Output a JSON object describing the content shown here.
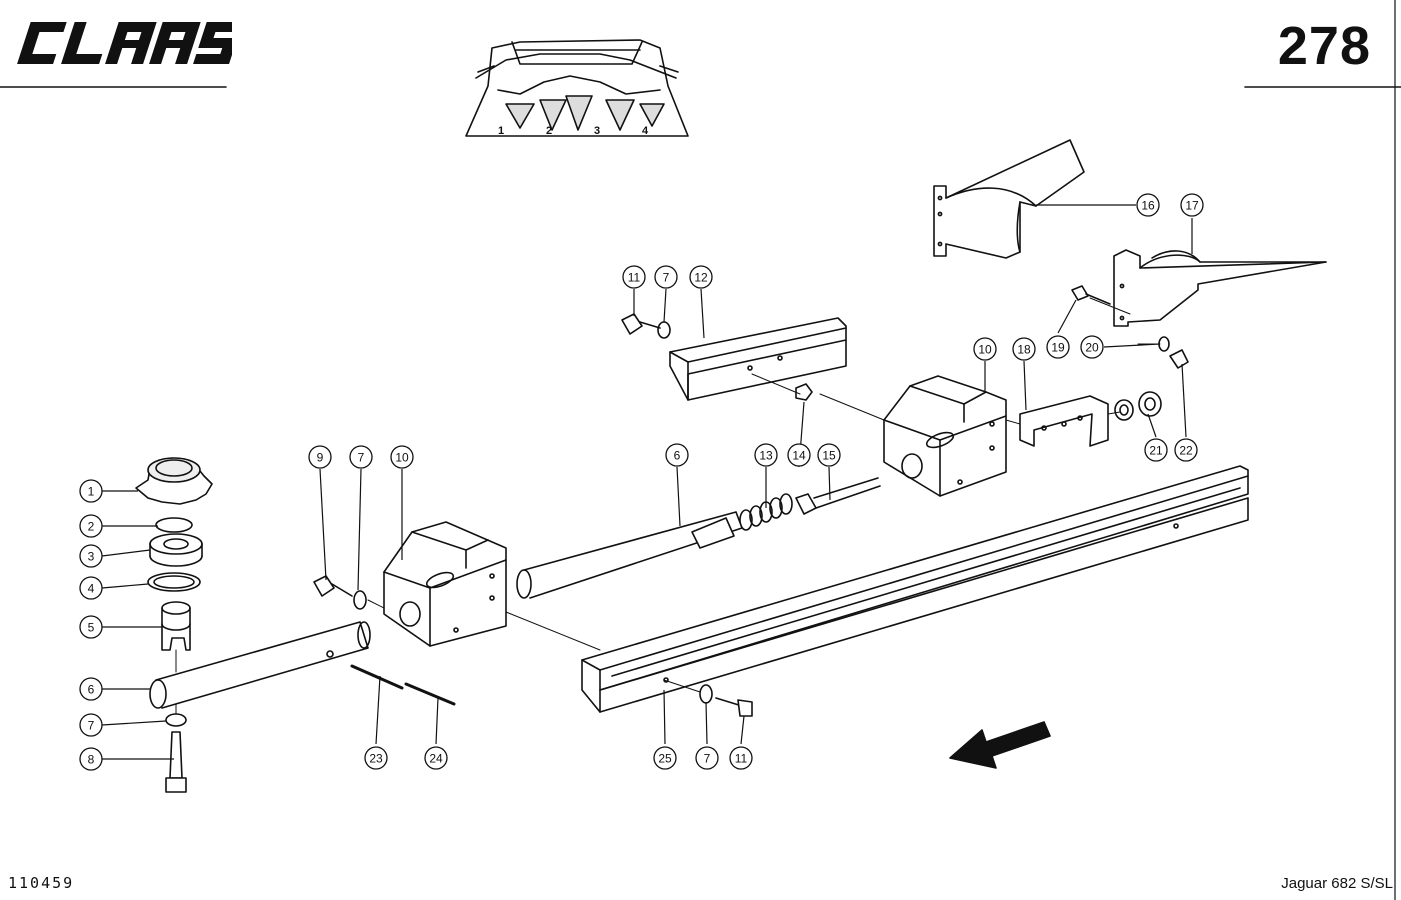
{
  "header": {
    "brand": "CLAAS",
    "page_number": "278"
  },
  "footer": {
    "document_number": "110459",
    "model": "Jaguar 682 S/SL"
  },
  "overview": {
    "row_labels": [
      "1",
      "2",
      "3",
      "4"
    ]
  },
  "callouts": [
    "1",
    "2",
    "3",
    "4",
    "5",
    "6",
    "7",
    "8",
    "9",
    "7",
    "10",
    "6",
    "13",
    "14",
    "15",
    "10",
    "11",
    "7",
    "12",
    "16",
    "17",
    "19",
    "20",
    "18",
    "21",
    "22",
    "23",
    "24",
    "25",
    "7",
    "11"
  ],
  "colors": {
    "ink": "#111111",
    "paper": "#ffffff",
    "fill": "#f4f4f4"
  }
}
